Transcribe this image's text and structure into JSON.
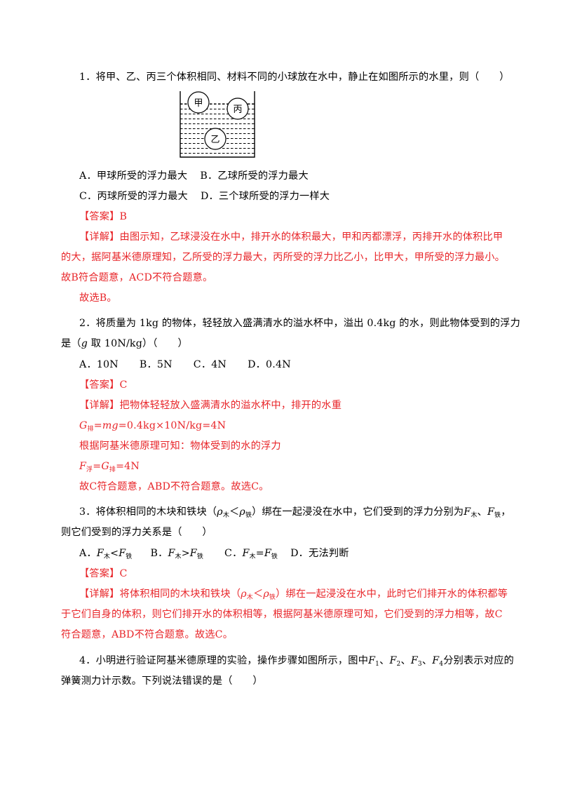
{
  "q1": {
    "stem": "1．将甲、乙、丙三个体积相同、材料不同的小球放在水中，静止在如图所示的水里，则（　　）",
    "ball_jia": "甲",
    "ball_bing": "丙",
    "ball_yi": "乙",
    "opt_a": "A．甲球所受的浮力最大",
    "opt_b": "B．乙球所受的浮力最大",
    "opt_c": "C．丙球所受的浮力最大",
    "opt_d": "D．三个球所受的浮力一样大",
    "answer": "【答案】B",
    "detail_1": "【详解】由图示知，乙球浸没在水中，排开水的体积最大，甲和丙都漂浮，丙排开水的体积比甲",
    "detail_2": "的大，据阿基米德原理知，乙所受的浮力最大，丙所受的浮力比乙小，比甲大，甲所受的浮力最小。",
    "detail_3": "故B符合题意，ACD不符合题意。",
    "detail_4": "故选B。"
  },
  "q2": {
    "stem_1": "2．将质量为 1kg 的物体，轻轻放入盛满清水的溢水杯中，溢出 0.4kg 的水，则此物体受到的浮力",
    "stem_2a": "是（",
    "stem_2g": "g",
    "stem_2b": " 取 10N/kg）（　　）",
    "opt_a": "A．10N",
    "opt_b": "B．5N",
    "opt_c": "C．4N",
    "opt_d": "D．0.4N",
    "answer": "【答案】C",
    "detail_1": "【详解】把物体轻轻放入盛满清水的溢水杯中，排开的水重",
    "eq1_g": "G",
    "eq1_sub": "排",
    "eq1_eq": "=",
    "eq1_mg": "mg",
    "eq1_rest": "=0.4kg×10N/kg=4N",
    "detail_2": "根据阿基米德原理可知：物体受到的水的浮力",
    "eq2_f": "F",
    "eq2_sub1": "浮",
    "eq2_eq": "=",
    "eq2_g": "G",
    "eq2_sub2": "排",
    "eq2_rest": "=4N",
    "detail_3": "故C符合题意，ABD不符合题意。故选C。"
  },
  "q3": {
    "stem_1a": "3．将体积相同的木块和铁块（",
    "rho": "ρ",
    "sub_mu": "木",
    "lt": "＜",
    "sub_tie": "铁",
    "stem_1b": "）绑在一起浸没在水中，它们受到的浮力分别为",
    "f": "F",
    "comma": "、",
    "stem_1c": "，",
    "stem_2": "则它们受到的浮力关系是（　　）",
    "opt_a_lbl": "A．",
    "opt_a_op": "<",
    "opt_b_lbl": "B．",
    "opt_b_op": ">",
    "opt_c_lbl": "C．",
    "opt_c_op": "=",
    "opt_d": "D．无法判断",
    "answer": "【答案】C",
    "detail_1a": "【详解】将体积相同的木块和铁块（",
    "detail_1b": "）绑在一起浸没在水中，此时它们排开水的体积都等",
    "detail_2": "于它们自身的体积，则它们排开水的体积相等，根据阿基米德原理可知，它们受到的浮力相等，故C",
    "detail_3": "符合题意，ABD不符合题意。故选C。"
  },
  "q4": {
    "stem_1a": "4．小明进行验证阿基米德原理的实验，操作步骤如图所示，图中",
    "f": "F",
    "s1": "1",
    "s2": "2",
    "s3": "3",
    "s4": "4",
    "comma": "、",
    "stem_1b": "分别表示对应的",
    "stem_2": "弹簧测力计示数。下列说法错误的是（　　）"
  }
}
